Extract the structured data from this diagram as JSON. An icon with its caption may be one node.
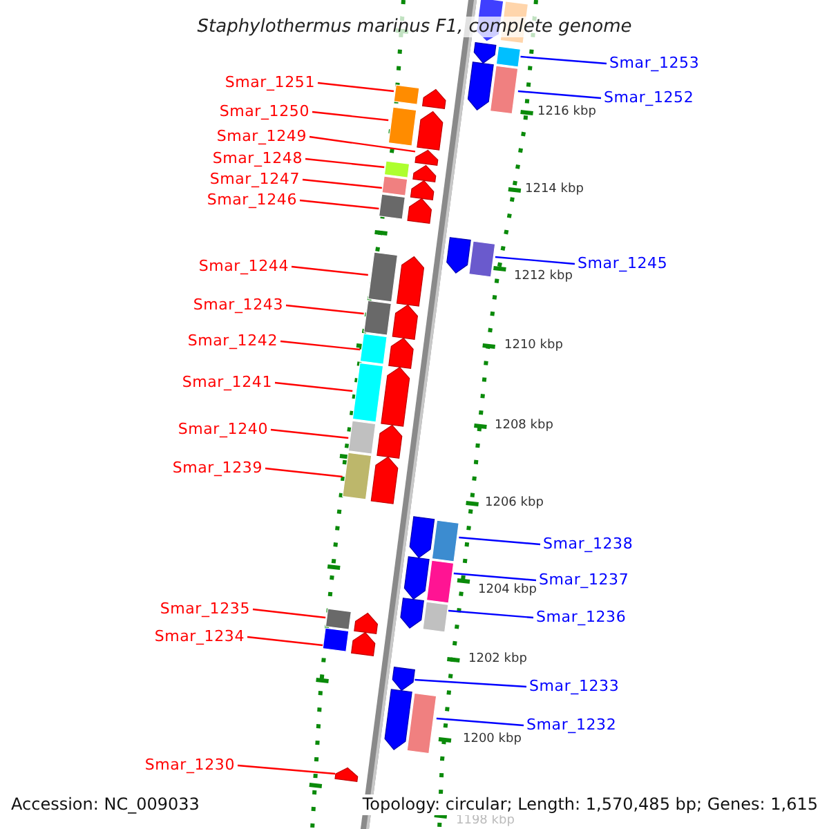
{
  "diagram": {
    "title": "Staphylothermus marinus F1, complete genome",
    "nodes": [
      {
        "text": [
          "Smar_1253"
        ]
      },
      {
        "text": [],
        "shape": "arrow"
      },
      {
        "text": [
          "Smar_1252"
        ]
      },
      {
        "text": [],
        "shape": "arrow"
      },
      {
        "text": [
          "Smar_1251"
        ]
      },
      {
        "text": [],
        "shape": "arrow"
      },
      {
        "text": [
          "Smar_1250"
        ]
      },
      {
        "text": [],
        "shape": "arrow"
      },
      {
        "text": [
          "Smar_1249"
        ]
      },
      {
        "text": [],
        "shape": "arrow"
      },
      {
        "text": [
          "Smar_1248"
        ]
      },
      {
        "text": [],
        "shape": "arrow"
      },
      {
        "text": [
          "Smar_1247"
        ]
      },
      {
        "text": [],
        "shape": "arrow"
      },
      {
        "text": [
          "Smar_1246"
        ]
      },
      {
        "text": [],
        "shape": "arrow"
      },
      {
        "text": [
          "Smar_1244"
        ]
      },
      {
        "text": [],
        "shape": "arrow"
      },
      {
        "text": [
          "Smar_1245"
        ]
      },
      {
        "text": [],
        "shape": "arrow"
      },
      {
        "text": [
          "Smar_1243"
        ]
      },
      {
        "text": [],
        "shape": "arrow"
      },
      {
        "text": [
          "Smar_1242"
        ]
      },
      {
        "text": [],
        "shape": "arrow"
      },
      {
        "text": [
          "Smar_1241"
        ]
      },
      {
        "text": [],
        "shape": "arrow"
      },
      {
        "text": [
          "Smar_1240"
        ]
      },
      {
        "text": [],
        "shape": "arrow"
      },
      {
        "text": [
          "Smar_1239"
        ]
      },
      {
        "text": [],
        "shape": "arrow"
      },
      {
        "text": [
          "Smar_1238"
        ]
      },
      {
        "text": [],
        "shape": "arrow"
      },
      {
        "text": [
          "Smar_1237"
        ]
      },
      {
        "text": [],
        "shape": "arrow"
      },
      {
        "text": [
          "Smar_1236"
        ]
      },
      {
        "text": [],
        "shape": "arrow"
      },
      {
        "text": [
          "Smar_1235"
        ]
      },
      {
        "text": [],
        "shape": "arrow"
      },
      {
        "text": [
          "Smar_1234"
        ]
      },
      {
        "text": [],
        "shape": "arrow"
      },
      {
        "text": [
          "Smar_1233"
        ]
      },
      {
        "text": [],
        "shape": "arrow"
      },
      {
        "text": [
          "Smar_1232"
        ]
      },
      {
        "text": [],
        "shape": "arrow"
      },
      {
        "text": [
          "Smar_1230"
        ]
      },
      {
        "text": [],
        "shape": "arrow"
      }
    ],
    "edges": [
      {
        "from": 0,
        "to": 1,
        "arrow": "none",
        "color": "#0000ff"
      },
      {
        "from": 2,
        "to": 3,
        "arrow": "none",
        "color": "#0000ff"
      },
      {
        "from": 4,
        "to": 5,
        "arrow": "none"
      },
      {
        "from": 6,
        "to": 7,
        "arrow": "none"
      },
      {
        "from": 8,
        "to": 9,
        "arrow": "none"
      },
      {
        "from": 10,
        "to": 11,
        "arrow": "none"
      },
      {
        "from": 12,
        "to": 13,
        "arrow": "none"
      },
      {
        "from": 14,
        "to": 15,
        "arrow": "none"
      },
      {
        "from": 16,
        "to": 17,
        "arrow": "none"
      },
      {
        "from": 18,
        "to": 19,
        "arrow": "none",
        "color": "#0000ff"
      },
      {
        "from": 20,
        "to": 21,
        "arrow": "none"
      },
      {
        "from": 22,
        "to": 23,
        "arrow": "none"
      },
      {
        "from": 24,
        "to": 25,
        "arrow": "none"
      },
      {
        "from": 26,
        "to": 27,
        "arrow": "none"
      },
      {
        "from": 28,
        "to": 29,
        "arrow": "none"
      },
      {
        "from": 30,
        "to": 31,
        "arrow": "none",
        "color": "#0000ff"
      },
      {
        "from": 32,
        "to": 33,
        "arrow": "none",
        "color": "#0000ff"
      },
      {
        "from": 34,
        "to": 35,
        "arrow": "none",
        "color": "#0000ff"
      },
      {
        "from": 36,
        "to": 37,
        "arrow": "none"
      },
      {
        "from": 38,
        "to": 39,
        "arrow": "none"
      },
      {
        "from": 40,
        "to": 41,
        "arrow": "none",
        "color": "#0000ff"
      },
      {
        "from": 42,
        "to": 43,
        "arrow": "none",
        "color": "#0000ff"
      },
      {
        "from": 44,
        "to": 45,
        "arrow": "none"
      }
    ],
    "labels": [
      "1216 kbp",
      "1214 kbp",
      "1212 kbp",
      "1210 kbp",
      "1208 kbp",
      "1206 kbp",
      "1204 kbp",
      "1202 kbp",
      "1200 kbp",
      "1198 kbp",
      "Accession: NC_009033",
      "Topology: circular; Length: 1,570,485 bp; Genes: 1,615"
    ]
  }
}
